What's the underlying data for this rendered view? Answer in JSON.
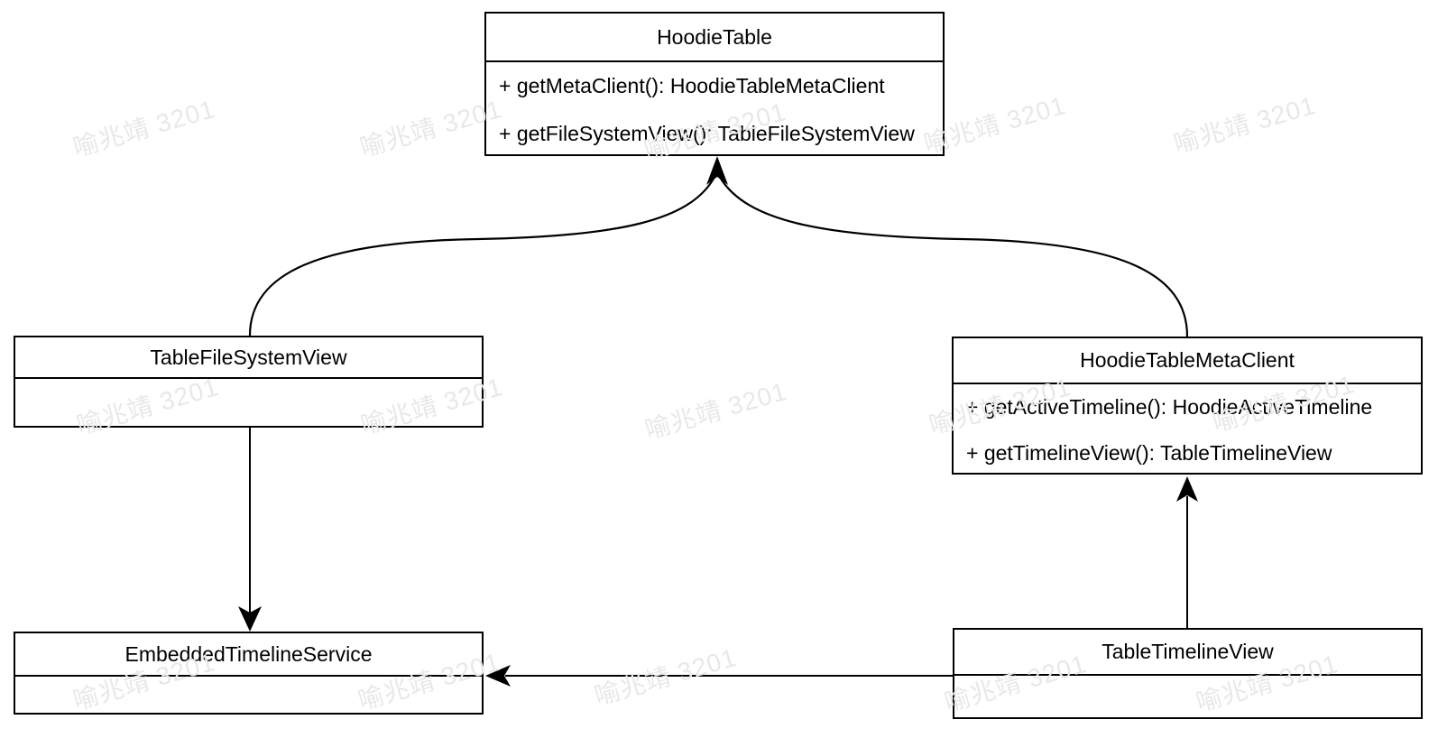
{
  "diagram": {
    "type": "uml-class-diagram",
    "classes": [
      {
        "name": "HoodieTable",
        "methods": [
          "+ getMetaClient(): HoodieTableMetaClient",
          "+ getFileSystemView(): TableFileSystemView"
        ]
      },
      {
        "name": "TableFileSystemView",
        "methods": []
      },
      {
        "name": "HoodieTableMetaClient",
        "methods": [
          "+ getActiveTimeline(): HoodieActiveTimeline",
          "+ getTimelineView(): TableTimelineView"
        ]
      },
      {
        "name": "EmbeddedTimelineService",
        "methods": []
      },
      {
        "name": "TableTimelineView",
        "methods": []
      }
    ],
    "relations": [
      {
        "from": "TableFileSystemView",
        "to": "HoodieTable",
        "style": "curved-arrow"
      },
      {
        "from": "HoodieTableMetaClient",
        "to": "HoodieTable",
        "style": "curved-arrow"
      },
      {
        "from": "TableFileSystemView",
        "to": "EmbeddedTimelineService",
        "style": "straight-arrow"
      },
      {
        "from": "TableTimelineView",
        "to": "HoodieTableMetaClient",
        "style": "straight-arrow"
      },
      {
        "from": "TableTimelineView",
        "to": "EmbeddedTimelineService",
        "style": "straight-arrow"
      }
    ],
    "colors": {
      "stroke": "#000000",
      "background": "#ffffff",
      "watermark": "#e8e8e8"
    }
  },
  "watermark": {
    "text": "喻兆靖 3201"
  }
}
